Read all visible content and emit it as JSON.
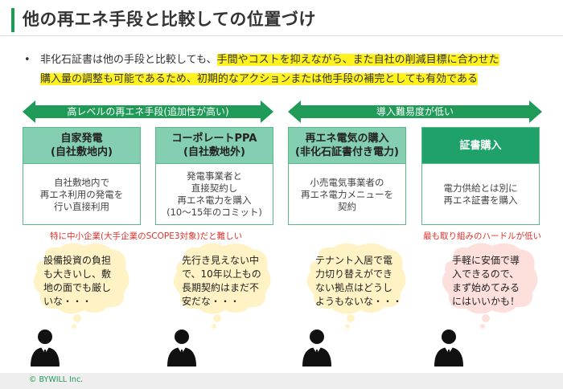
{
  "title": "他の再エネ手段と比較しての位置づけ",
  "bullet": {
    "marker": "•",
    "line1_plain": "非化石証書は他の手段と比較しても、",
    "line1_hl": "手間やコストを抑えながら、また自社の削減目標に合わせた",
    "line2_hl": "購入量の調整も可能であるため、初期的なアクションまたは他手段の補完としても有効である"
  },
  "arrows": {
    "left": "高レベルの再エネ手段(追加性が高い)",
    "right": "導入難易度が低い"
  },
  "cards": [
    {
      "head1": "自家発電",
      "head2": "(自社敷地内)",
      "body": [
        "自社敷地内で",
        "再エネ利用の発電を",
        "行い直接利用"
      ]
    },
    {
      "head1": "コーポレートPPA",
      "head2": "(自社敷地外)",
      "body": [
        "発電事業者と",
        "直接契約し",
        "再エネ電力を購入",
        "(10〜15年のコミット)"
      ]
    },
    {
      "head1": "再エネ電気の購入",
      "head2": "(非化石証書付き電力)",
      "body": [
        "小売電気事業者の",
        "再エネ電力メニューを",
        "契約"
      ]
    },
    {
      "head1": "証書購入",
      "head2": "",
      "body": [
        "電力供給とは別に",
        "再エネ証書を購入"
      ]
    }
  ],
  "notes": {
    "left": "特に中小企業(大手企業のSCOPE3対象)だと難しい",
    "right": "最も取り組みのハードルが低い"
  },
  "bubbles": [
    {
      "lines": [
        "設備投資の負担",
        "も大きいし、敷",
        "地の面でも厳し",
        "いな・・・"
      ]
    },
    {
      "lines": [
        "先行き見えない中",
        "で、10年以上もの",
        "長期契約はまだ不",
        "安だな・・・"
      ]
    },
    {
      "lines": [
        "テナント入居で電",
        "力切り替えができ",
        "ない拠点はどうし",
        "ようもないな・・・"
      ]
    },
    {
      "lines": [
        "手軽に安価で導",
        "入できるので、",
        "まず始めてみる",
        "にはいいかも！"
      ]
    }
  ],
  "footer": "© BYWILL Inc.",
  "colors": {
    "accent": "#1f9a57",
    "card_head": "#84cfb1",
    "card_head_dark": "#1fa26a",
    "highlight": "#fff21f",
    "bubble_yellow": "#fff3c6",
    "bubble_pink": "#fde0dc",
    "note_red": "#e0312b"
  }
}
